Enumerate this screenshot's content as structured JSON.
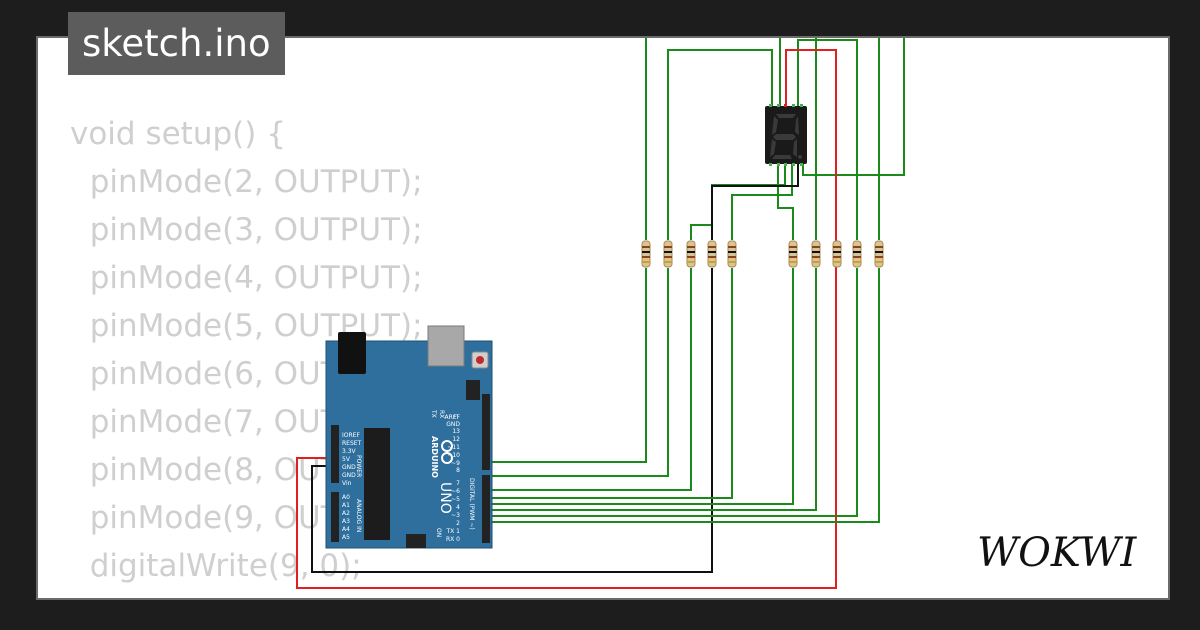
{
  "tab": {
    "filename": "sketch.ino"
  },
  "code": {
    "lines": [
      "void setup() {",
      "  pinMode(2, OUTPUT);",
      "  pinMode(3, OUTPUT);",
      "  pinMode(4, OUTPUT);",
      "  pinMode(5, OUTPUT);",
      "  pinMode(6, OUTPUT);",
      "  pinMode(7, OUTPUT);",
      "  pinMode(8, OUTPUT);",
      "  pinMode(9, OUTPUT);",
      "  digitalWrite(9, 0);",
      "}"
    ]
  },
  "arduino": {
    "brand": "ARDUINO",
    "model": "UNO",
    "power_pins": [
      "IOREF",
      "RESET",
      "3.3V",
      "5V",
      "GND",
      "GND",
      "Vin"
    ],
    "analog_pins": [
      "A0",
      "A1",
      "A2",
      "A3",
      "A4",
      "A5"
    ],
    "digital_top": [
      "AREF",
      "GND",
      "13",
      "12",
      "~11",
      "~10",
      "~9",
      "8"
    ],
    "digital_bottom": [
      "7",
      "~6",
      "~5",
      "4",
      "~3",
      "2",
      "TX 1",
      "RX 0"
    ],
    "labels": {
      "power": "POWER",
      "analog": "ANALOG IN",
      "digital": "DIGITAL (PWM ~)",
      "on": "ON",
      "tx": "TX",
      "rx": "RX",
      "l": "L"
    }
  },
  "colors": {
    "wire_signal": "#1a8a1a",
    "wire_power": "#e02020",
    "wire_ground": "#111111",
    "board": "#2e6f9e"
  },
  "brand": {
    "logo": "WOKWI"
  }
}
